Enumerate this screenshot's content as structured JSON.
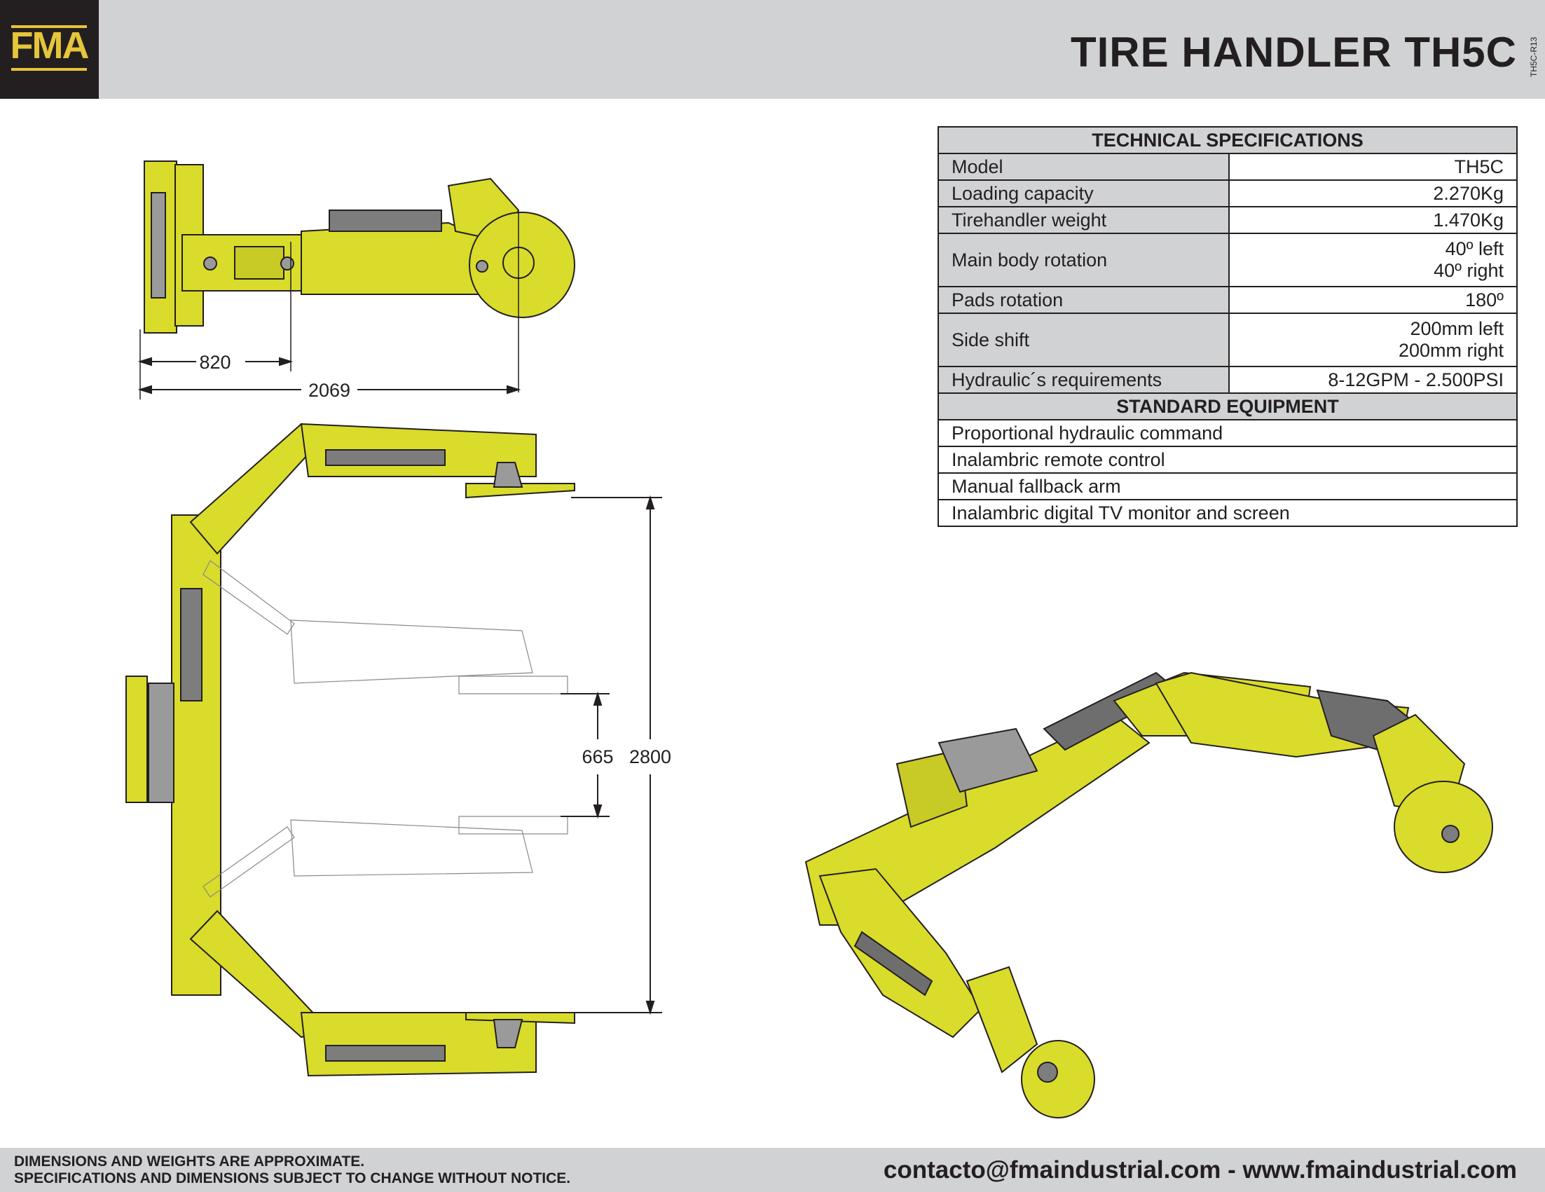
{
  "header": {
    "logo": "FMA",
    "title": "TIRE HANDLER TH5C",
    "code": "TH5C-R13"
  },
  "specs": {
    "title": "TECHNICAL SPECIFICATIONS",
    "rows": [
      {
        "label": "Model",
        "value": "TH5C"
      },
      {
        "label": "Loading capacity",
        "value": "2.270Kg"
      },
      {
        "label": "Tirehandler weight",
        "value": "1.470Kg"
      },
      {
        "label": "Main body rotation",
        "value1": "40º left",
        "value2": "40º right"
      },
      {
        "label": "Pads rotation",
        "value": "180º"
      },
      {
        "label": "Side shift",
        "value1": "200mm left",
        "value2": "200mm right"
      },
      {
        "label": "Hydraulic´s requirements",
        "value": "8-12GPM - 2.500PSI"
      }
    ]
  },
  "equipment": {
    "title": "STANDARD EQUIPMENT",
    "items": [
      "Proportional hydraulic command",
      "Inalambric remote control",
      "Manual fallback arm",
      "Inalambric digital TV monitor and screen"
    ]
  },
  "dimensions": {
    "side_short": "820",
    "side_long": "2069",
    "pad_gap": "665",
    "max_opening": "2800"
  },
  "footer": {
    "line1": "DIMENSIONS AND WEIGHTS ARE APPROXIMATE.",
    "line2": "SPECIFICATIONS AND DIMENSIONS SUBJECT TO CHANGE WITHOUT NOTICE.",
    "contact": "contacto@fmaindustrial.com - www.fmaindustrial.com"
  },
  "colors": {
    "machine_yellow": "#d9dc2a",
    "header_gray": "#d1d2d4",
    "logo_gold": "#e5c53a",
    "ink": "#231f20"
  }
}
